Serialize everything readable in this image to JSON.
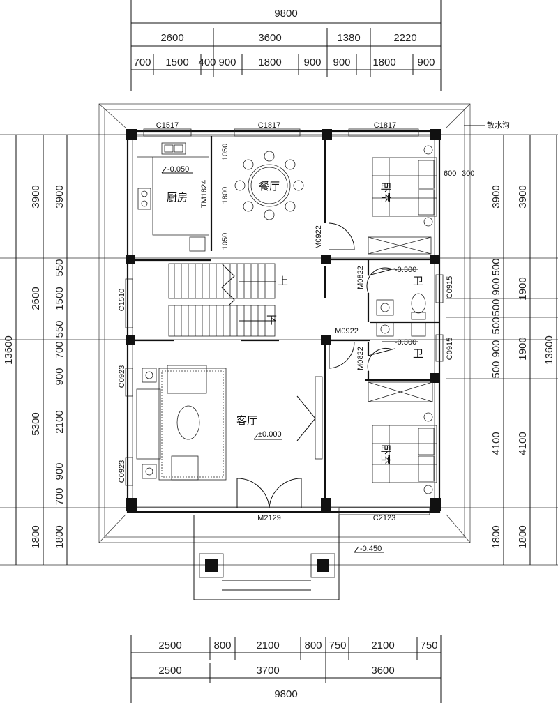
{
  "dimensions": {
    "top_total": "9800",
    "top_row1": [
      "2600",
      "3600",
      "1380",
      "2220"
    ],
    "top_row2": [
      "700",
      "1500",
      "400",
      "900",
      "1800",
      "900",
      "900",
      "1800",
      "900"
    ],
    "bottom_row1": [
      "2500",
      "800",
      "2100",
      "800",
      "750",
      "2100",
      "750"
    ],
    "bottom_row2": [
      "2500",
      "3700",
      "3600"
    ],
    "bottom_total": "9800",
    "left_total": "13600",
    "left_outer": [
      "3900",
      "2600",
      "5300",
      "1800"
    ],
    "left_inner": [
      "3900",
      "550",
      "1500",
      "550",
      "700",
      "900",
      "2100",
      "900",
      "700",
      "1800"
    ],
    "right_inner": [
      "3900",
      "500",
      "900",
      "500",
      "500",
      "900",
      "500",
      "4100",
      "1800"
    ],
    "right_outer": [
      "3900",
      "1900",
      "1900",
      "4100",
      "1800"
    ],
    "right_total": "13600",
    "right_misc": [
      "600",
      "300"
    ]
  },
  "rooms": {
    "kitchen": "厨房",
    "dining": "餐厅",
    "living": "客厅",
    "bedroom_top": "卧室",
    "bedroom_bottom": "卧室",
    "bath1": "卫",
    "bath2": "卫",
    "stair_up": "上",
    "stair_down": "下",
    "drain": "散水沟"
  },
  "openings": {
    "c1517": "C1517",
    "c1817a": "C1817",
    "c1817b": "C1817",
    "tm1824": "TM1824",
    "m0922a": "M0922",
    "m0822a": "M0822",
    "c0915a": "C0915",
    "c1510": "C1510",
    "m0922b": "M0922",
    "m0822b": "M0822",
    "c0915b": "C0915",
    "c0923a": "C0923",
    "c0923b": "C0923",
    "m2129": "M2129",
    "c2123": "C2123",
    "d1050a": "1050",
    "d1800": "1800",
    "d1050b": "1050"
  },
  "levels": {
    "kitchen": "-0.050",
    "bath1": "-0.300",
    "bath2": "-0.300",
    "living": "±0.000",
    "outdoor": "-0.450"
  }
}
